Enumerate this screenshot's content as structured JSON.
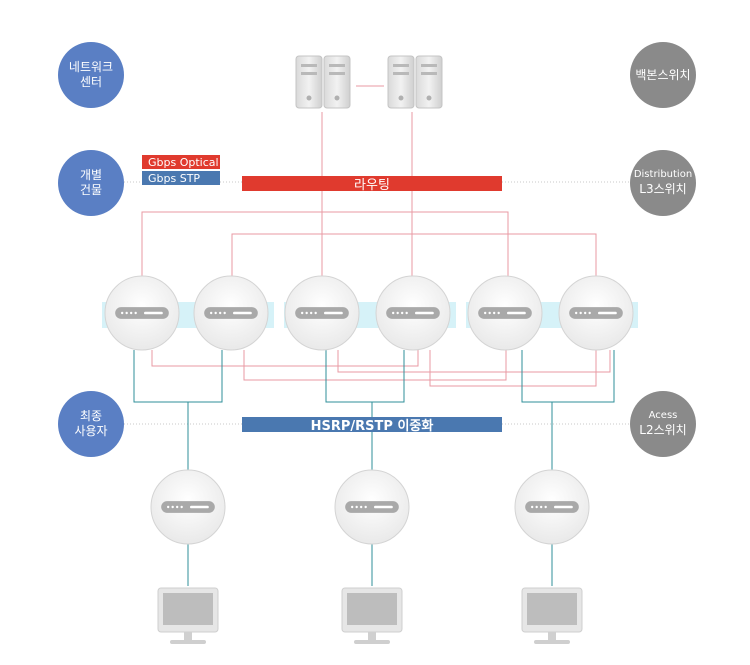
{
  "labels": {
    "network_center": [
      "네트워크",
      "센터"
    ],
    "building": [
      "개별",
      "건물"
    ],
    "end_user": [
      "최종",
      "사용자"
    ],
    "backbone_switch": [
      "백본스위치"
    ],
    "distribution": [
      "Distribution",
      "L3스위치"
    ],
    "access": [
      "Acess",
      "L2스위치"
    ]
  },
  "legend": {
    "optical": "Gbps Optical",
    "stp": "Gbps STP"
  },
  "bars": {
    "routing": "라우팅",
    "redundancy": "HSRP/RSTP 이중화"
  },
  "colors": {
    "accent_blue": "#5a7fc4",
    "label_grey": "#8a8a8a",
    "routing_red": "#e03a2e",
    "redundancy_blue": "#4a78b0",
    "optical_line": "#e89aa3",
    "stp_line": "#2f8f9a"
  }
}
